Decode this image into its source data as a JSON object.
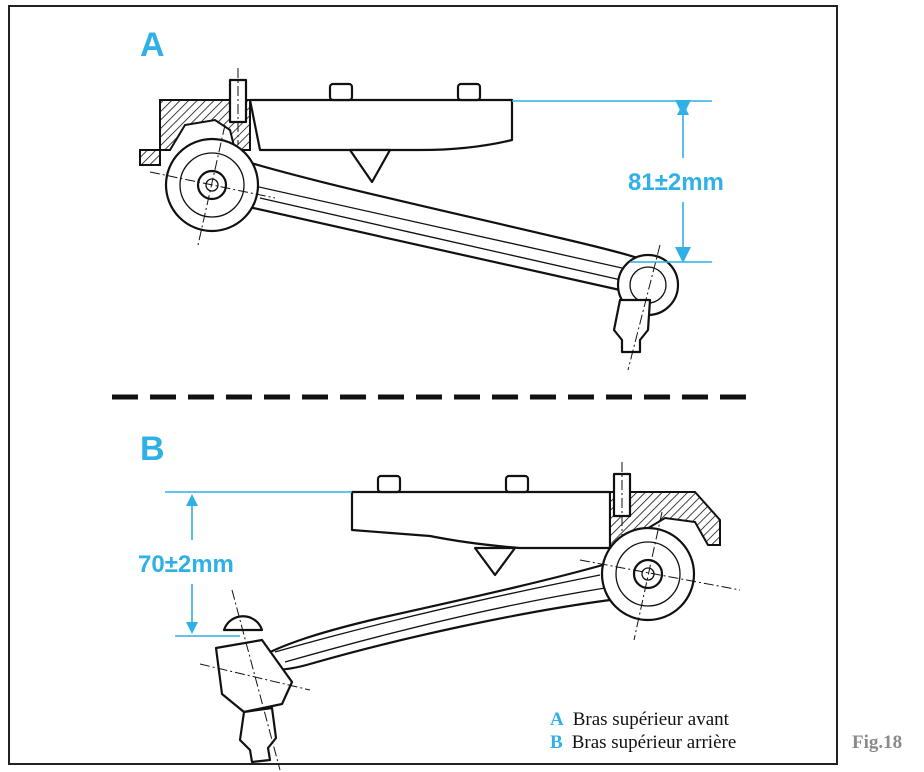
{
  "labels": {
    "a": "A",
    "b": "B"
  },
  "dimensions": {
    "a": "81±2mm",
    "b": "70±2mm"
  },
  "legend": [
    {
      "key": "A",
      "text": "Bras supérieur avant"
    },
    {
      "key": "B",
      "text": "Bras supérieur arrière"
    }
  ],
  "figure_label": "Fig.18",
  "colors": {
    "accent": "#2fb0e6",
    "frame": "#222222",
    "figure_label": "#8a8a8a"
  }
}
